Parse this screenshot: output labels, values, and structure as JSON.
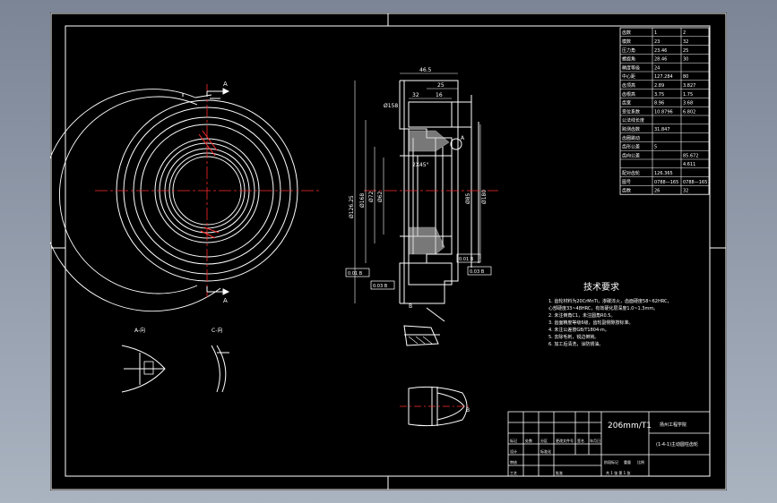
{
  "drawing": {
    "title": "技术要求",
    "block_label": "206mm/T1",
    "block_company": "扬州工程学院",
    "block_part": "(1-4-1)主动圆柱齿轮",
    "block_headers": [
      "标记",
      "处数",
      "分区",
      "更改文件号",
      "签名",
      "年月日"
    ],
    "block_row_labels": [
      "设计",
      "审核",
      "工艺",
      "标准化",
      "批准"
    ],
    "block_stage_labels": [
      "阶段标记",
      "重量",
      "比例"
    ],
    "block_sheet": "共 1 张  第 1 张",
    "section_labels": [
      "A",
      "A",
      "B",
      "B"
    ],
    "detail_labels": [
      "A-向",
      "C-向"
    ],
    "view_label": "A",
    "dim_texts": [
      "46.5",
      "25",
      "32",
      "16",
      "Ø158",
      "2X45°",
      "Ø126.25",
      "Ø72",
      "Ø62",
      "Ø168",
      "Ø180",
      "Ø85"
    ],
    "tolerance_labels": [
      "0.01 B",
      "0.03 B",
      "0.01 B",
      "0.03 B"
    ],
    "notes": [
      "1. 齿轮材料为20CrMnTi，渗碳淬火，齿面硬度58~62HRC，",
      "   心部硬度33~48HRC，有效硬化层深度1.0~1.3mm。",
      "2. 未注倒角C1，未注圆角R0.5。",
      "3. 齿面精度等级6级，齿轮副侧隙按标准。",
      "4. 未注公差按GB/T1804-m。",
      "5. 去除毛刺，锐边倒钝。",
      "6. 加工后清洗，涂防锈油。"
    ]
  },
  "param_table": {
    "rows": [
      [
        "齿数",
        "1",
        "2"
      ],
      [
        "模数",
        "23",
        "32"
      ],
      [
        "压力角",
        "23.46",
        "25"
      ],
      [
        "螺旋角",
        "28.46",
        "30"
      ],
      [
        "精度等级",
        "24",
        ""
      ],
      [
        "中心距",
        "127.284",
        "80"
      ],
      [
        "齿顶高",
        "2.89",
        "3.827"
      ],
      [
        "齿根高",
        "3.75",
        "1.75"
      ],
      [
        "齿宽",
        "8.96",
        "3.68"
      ],
      [
        "变位系数",
        "10.8796",
        "6.802"
      ],
      [
        "公法线长度",
        "",
        ""
      ],
      [
        "跨测齿数",
        "31.847",
        ""
      ],
      [
        "齿圈跳动",
        "",
        ""
      ],
      [
        "齿形公差",
        "5",
        ""
      ],
      [
        "齿向公差",
        "",
        "85.672"
      ],
      [
        "",
        "",
        "4.611"
      ],
      [
        "配对齿轮",
        "126.365",
        ""
      ],
      [
        "图号",
        "0788—165",
        "0788—165"
      ],
      [
        "齿数",
        "26",
        "32"
      ]
    ]
  }
}
